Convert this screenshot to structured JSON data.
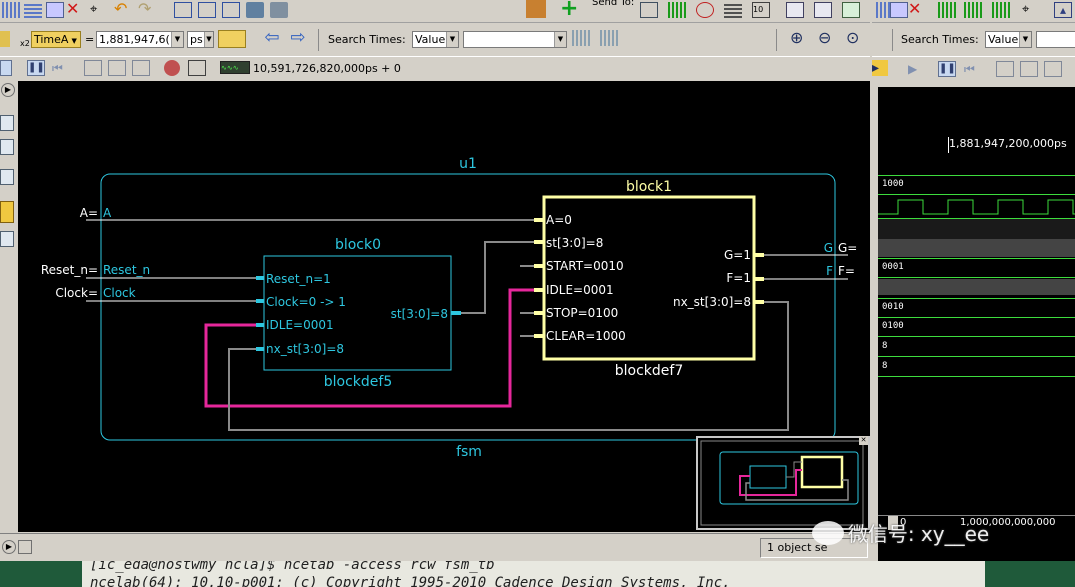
{
  "toolbar2": {
    "time_label": "TimeA",
    "equals": "=",
    "time_value": "1,881,947,6(",
    "unit": "ps",
    "search_times_label": "Search Times:",
    "search_mode": "Value",
    "search_value": ""
  },
  "right_toolbar": {
    "search_times_label": "Search Times:",
    "search_mode": "Value"
  },
  "toolbar1": {
    "send_to_label": "Send To:"
  },
  "toolbar3": {
    "time_readout": "10,591,726,820,000ps + 0"
  },
  "schematic": {
    "top_instance": "u1",
    "top_module": "fsm",
    "block0": {
      "name": "block0",
      "def": "blockdef5",
      "ports_in": [
        "Reset_n=1",
        "Clock=0 -> 1",
        "IDLE=0001",
        "nx_st[3:0]=8"
      ],
      "port_out": "st[3:0]=8"
    },
    "block1": {
      "name": "block1",
      "def": "blockdef7",
      "ports_in": [
        "A=0",
        "st[3:0]=8",
        "START=0010",
        "IDLE=0001",
        "STOP=0100",
        "CLEAR=1000"
      ],
      "ports_out": [
        "G=1",
        "F=1",
        "nx_st[3:0]=8"
      ]
    },
    "inputs": [
      {
        "label": "A=",
        "name": "A"
      },
      {
        "label": "Reset_n=",
        "name": "Reset_n"
      },
      {
        "label": "Clock=",
        "name": "Clock"
      }
    ],
    "outputs": [
      {
        "name": "G",
        "label": "G="
      },
      {
        "name": "F",
        "label": "F="
      }
    ]
  },
  "waveform": {
    "cursor_time": "1,881,947,200,000ps",
    "values": [
      "1000",
      "0001",
      "0010",
      "0100",
      "8",
      "8"
    ],
    "timeline_left": "0",
    "timeline_tick": "1,000,000,000,000"
  },
  "status": {
    "selection": "1 object se"
  },
  "terminal": {
    "line1": "[ic_eda@hostwmy ncla]$ ncetab -access rcw fsm_tb",
    "line2": "ncelab(64): 10.10-p001: (c) Copyright 1995-2010 Cadence Design Systems, Inc."
  },
  "watermark": "微信号: xy__ee",
  "colors": {
    "wire": "#ffffff",
    "instance": "#2ec7e0",
    "selected_block": "#ffffa6",
    "magenta": "#e6279b",
    "gray_wire": "#8a8a8a",
    "wave_green": "#3ddc3d"
  }
}
